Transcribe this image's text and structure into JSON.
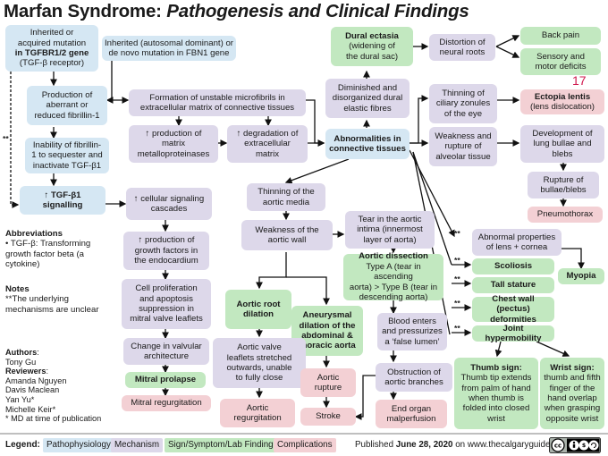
{
  "title": {
    "main": "Marfan Syndrome:",
    "sub": "Pathogenesis and Clinical Findings"
  },
  "page_number": "17",
  "boxes": {
    "inherited_tgfbr": [
      "Inherited or",
      "acquired mutation",
      "in TGFBR1/2 gene",
      "(TGF-β receptor)"
    ],
    "inherited_fbn1": [
      "Inherited (autosomal dominant) or",
      "de novo mutation in FBN1 gene"
    ],
    "production_fibrillin": [
      "Production of",
      "aberrant or",
      "reduced fibrillin-1"
    ],
    "inability_fibrillin": [
      "Inability of fibrillin-",
      "1 to sequester and",
      "inactivate TGF-β1"
    ],
    "tgfb1_signalling": [
      "↑ TGF-β1",
      "signalling"
    ],
    "unstable_microfibrils": [
      "Formation of unstable microfibrils in",
      "extracellular matrix of connective tissues"
    ],
    "production_mmp": [
      "↑ production of",
      "matrix",
      "metalloproteinases"
    ],
    "degradation_ecm": [
      "↑ degradation of",
      "extracellular",
      "matrix"
    ],
    "cellular_signaling": [
      "↑ cellular signaling",
      "cascades"
    ],
    "growth_factors": [
      "↑ production of",
      "growth factors in",
      "the endocardium"
    ],
    "cell_proliferation": [
      "Cell proliferation",
      "and apoptosis",
      "suppression in",
      "mitral valve leaflets"
    ],
    "change_valvular": [
      "Change in valvular",
      "architecture"
    ],
    "mitral_prolapse": "Mitral prolapse",
    "mitral_regurgitation": "Mitral regurgitation",
    "dural_ectasia": [
      "Dural ectasia",
      "(widening of",
      "the dural sac)"
    ],
    "diminished_elastic": [
      "Diminished and",
      "disorganized dural",
      "elastic fibres"
    ],
    "abnormalities_ct": [
      "Abnormalities in",
      "connective tissues"
    ],
    "distortion_roots": [
      "Distortion of",
      "neural roots"
    ],
    "back_pain": "Back pain",
    "sensory_motor": [
      "Sensory and",
      "motor deficits"
    ],
    "thinning_zonules": [
      "Thinning of",
      "ciliary zonules",
      "of the eye"
    ],
    "ectopia_lentis": [
      "Ectopia lentis",
      "(lens dislocation)"
    ],
    "weakness_alveolar": [
      "Weakness and",
      "rupture of",
      "alveolar tissue"
    ],
    "lung_bullae": [
      "Development of",
      "lung bullae and",
      "blebs"
    ],
    "rupture_bullae": [
      "Rupture of",
      "bullae/blebs"
    ],
    "pneumothorax": "Pneumothorax",
    "thinning_media": [
      "Thinning of the",
      "aortic media"
    ],
    "weakness_wall": [
      "Weakness of the",
      "aortic wall"
    ],
    "tear_intima": [
      "Tear in the aortic",
      "intima (innermost",
      "layer of aorta)"
    ],
    "aortic_dissection": [
      "Aortic dissection",
      "Type A (tear in ascending",
      "aorta) > Type B (tear in",
      "descending aorta)"
    ],
    "aortic_root": [
      "Aortic root",
      "dilation"
    ],
    "aneurysmal": [
      "Aneurysmal",
      "dilation of the",
      "abdominal &",
      "thoracic aorta"
    ],
    "valve_leaflets": [
      "Aortic valve",
      "leaflets stretched",
      "outwards, unable",
      "to fully close"
    ],
    "aortic_regurgitation": [
      "Aortic",
      "regurgitation"
    ],
    "aortic_rupture": [
      "Aortic",
      "rupture"
    ],
    "stroke": "Stroke",
    "blood_enters": [
      "Blood enters",
      "and pressurizes",
      "a ‘false lumen’"
    ],
    "obstruction_branches": [
      "Obstruction of",
      "aortic branches"
    ],
    "end_organ": [
      "End organ",
      "malperfusion"
    ],
    "abnormal_lens": [
      "Abnormal properties",
      "of lens + cornea"
    ],
    "myopia": "Myopia",
    "scoliosis": "Scoliosis",
    "tall_stature": "Tall stature",
    "chest_wall": [
      "Chest wall (pectus)",
      "deformities"
    ],
    "joint_hypermobility": "Joint hypermobility",
    "thumb_sign": {
      "head": "Thumb sign:",
      "lines": [
        "Thumb tip extends",
        "from palm of hand",
        "when thumb is",
        "folded into closed",
        "wrist"
      ]
    },
    "wrist_sign": {
      "head": "Wrist sign:",
      "lines": [
        "thumb and fifth",
        "finger of the",
        "hand overlap",
        "when grasping",
        "opposite wrist"
      ]
    }
  },
  "stars": "**",
  "abbreviations": {
    "head": "Abbreviations",
    "lines": [
      "• TGF-β: Transforming",
      "growth factor beta (a",
      "cytokine)"
    ]
  },
  "notes": {
    "head": "Notes",
    "lines": [
      "**The underlying",
      "mechanisms are unclear"
    ]
  },
  "credits": {
    "authors_head": "Authors",
    "authors": [
      "Tony Gu"
    ],
    "reviewers_head": "Reviewers",
    "reviewers": [
      "Amanda Nguyen",
      "Davis Maclean",
      "Yan Yu*",
      "Michelle Keir*"
    ],
    "footnote": "* MD at time of publication"
  },
  "legend": {
    "label": "Legend:",
    "items": [
      "Pathophysiology",
      "Mechanism",
      "Sign/Symptom/Lab Finding",
      "Complications"
    ],
    "colors": [
      "#d5e7f3",
      "#ddd8ea",
      "#c2e8c0",
      "#f3d0d4"
    ]
  },
  "published": {
    "prefix": "Published",
    "date": "June 28, 2020",
    "suffix": "on www.thecalgaryguide.com"
  },
  "license_icon": "cc-by-nc-sa-icon"
}
